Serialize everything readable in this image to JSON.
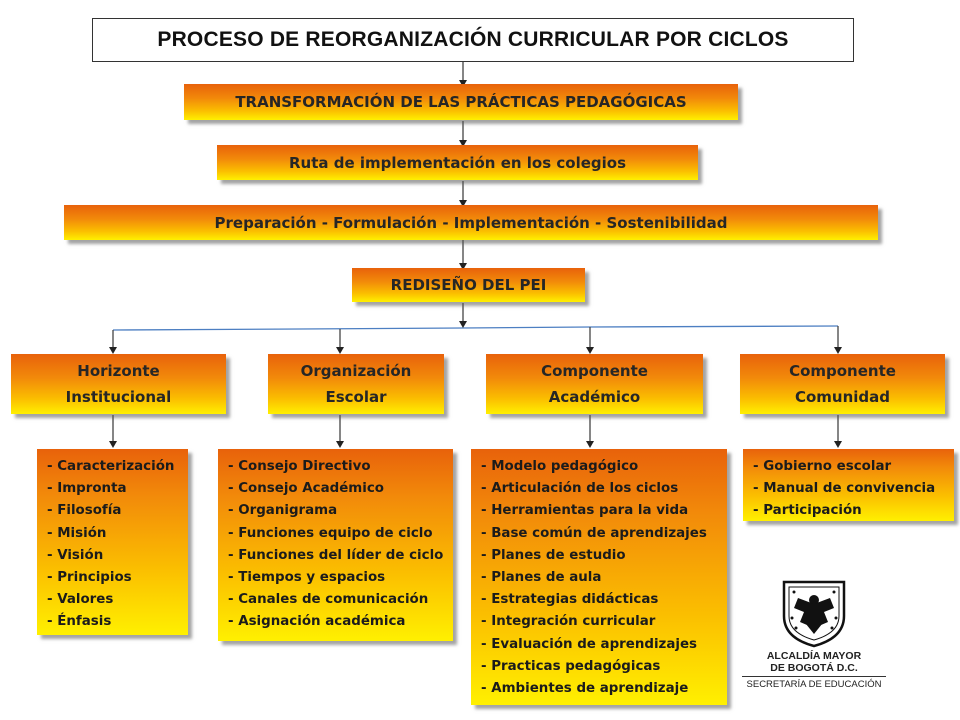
{
  "title": "PROCESO DE REORGANIZACIÓN CURRICULAR POR CICLOS",
  "level1": "TRANSFORMACIÓN DE LAS PRÁCTICAS PEDAGÓGICAS",
  "level2": "Ruta de implementación en los colegios",
  "level3": "Preparación - Formulación - Implementación - Sostenibilidad",
  "level4": "REDISEÑO DEL PEI",
  "components": [
    {
      "line1": "Horizonte",
      "line2": "Institucional",
      "items": [
        "- Caracterización",
        "- Impronta",
        "- Filosofía",
        "- Misión",
        "- Visión",
        "- Principios",
        "- Valores",
        "- Énfasis"
      ]
    },
    {
      "line1": "Organización",
      "line2": "Escolar",
      "items": [
        "- Consejo Directivo",
        "- Consejo Académico",
        "- Organigrama",
        "- Funciones equipo de ciclo",
        "- Funciones del líder de ciclo",
        "- Tiempos y espacios",
        "- Canales de comunicación",
        "- Asignación académica"
      ]
    },
    {
      "line1": "Componente",
      "line2": "Académico",
      "items": [
        "- Modelo pedagógico",
        "- Articulación de los ciclos",
        "- Herramientas para la vida",
        "- Base común de aprendizajes",
        "- Planes de estudio",
        "- Planes de aula",
        "- Estrategias didácticas",
        "- Integración curricular",
        "- Evaluación de aprendizajes",
        "- Practicas pedagógicas",
        "- Ambientes de aprendizaje"
      ]
    },
    {
      "line1": "Componente",
      "line2": "Comunidad",
      "items": [
        "- Gobierno escolar",
        "- Manual de convivencia",
        "- Participación"
      ]
    }
  ],
  "logo": {
    "line1": "ALCALDÍA MAYOR",
    "line2": "DE BOGOTÁ D.C.",
    "line3": "SECRETARÍA DE EDUCACIÓN",
    "icon": "bogota-coat-of-arms-icon"
  }
}
